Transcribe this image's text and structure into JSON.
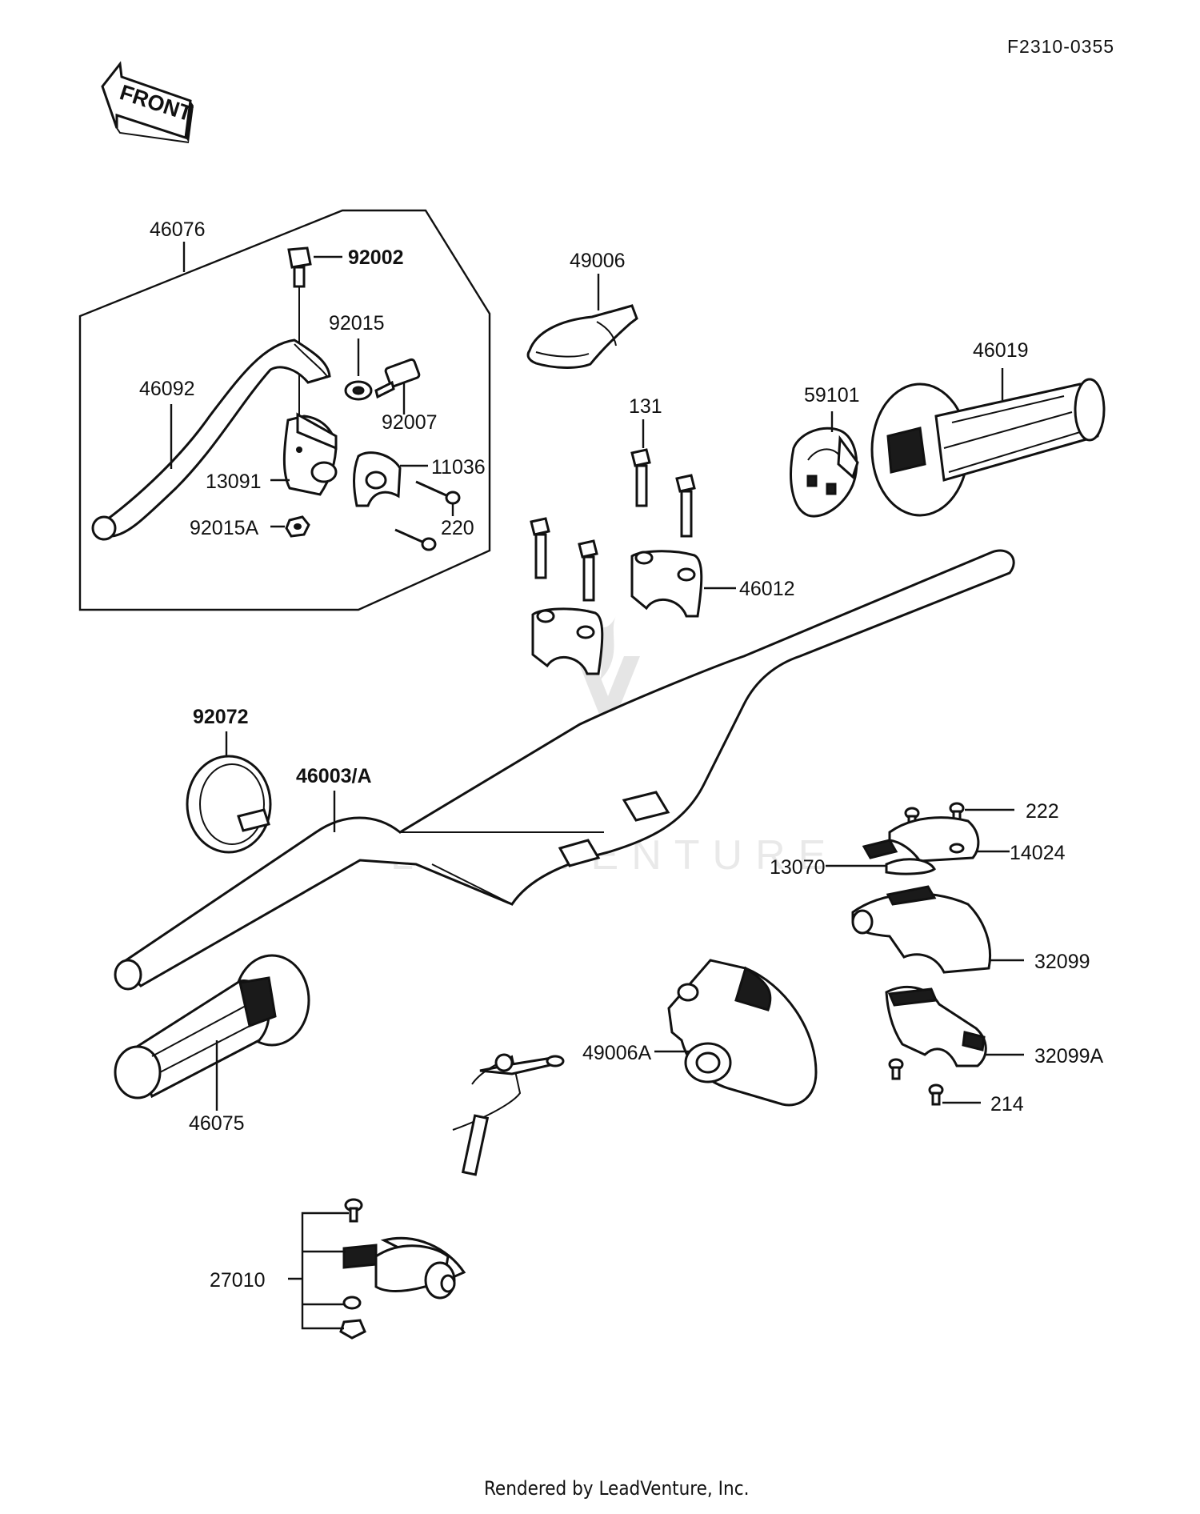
{
  "header": {
    "figure_code": "F2310-0355",
    "front_arrow_label": "FRONT"
  },
  "footer": {
    "rendered_by": "Rendered by LeadVenture, Inc."
  },
  "watermark": {
    "text": "LEADVENTURE"
  },
  "labels": {
    "p46076": "46076",
    "p92002": "92002",
    "p92015": "92015",
    "p46092": "46092",
    "p92007": "92007",
    "p13091": "13091",
    "p11036": "11036",
    "p92015A": "92015A",
    "p220": "220",
    "p49006": "49006",
    "p131": "131",
    "p59101": "59101",
    "p46019": "46019",
    "p46012": "46012",
    "p92072": "92072",
    "p46003A": "46003/A",
    "p222": "222",
    "p14024": "14024",
    "p13070": "13070",
    "p32099": "32099",
    "p49006A": "49006A",
    "p32099A": "32099A",
    "p214": "214",
    "p46075": "46075",
    "p27010": "27010"
  }
}
